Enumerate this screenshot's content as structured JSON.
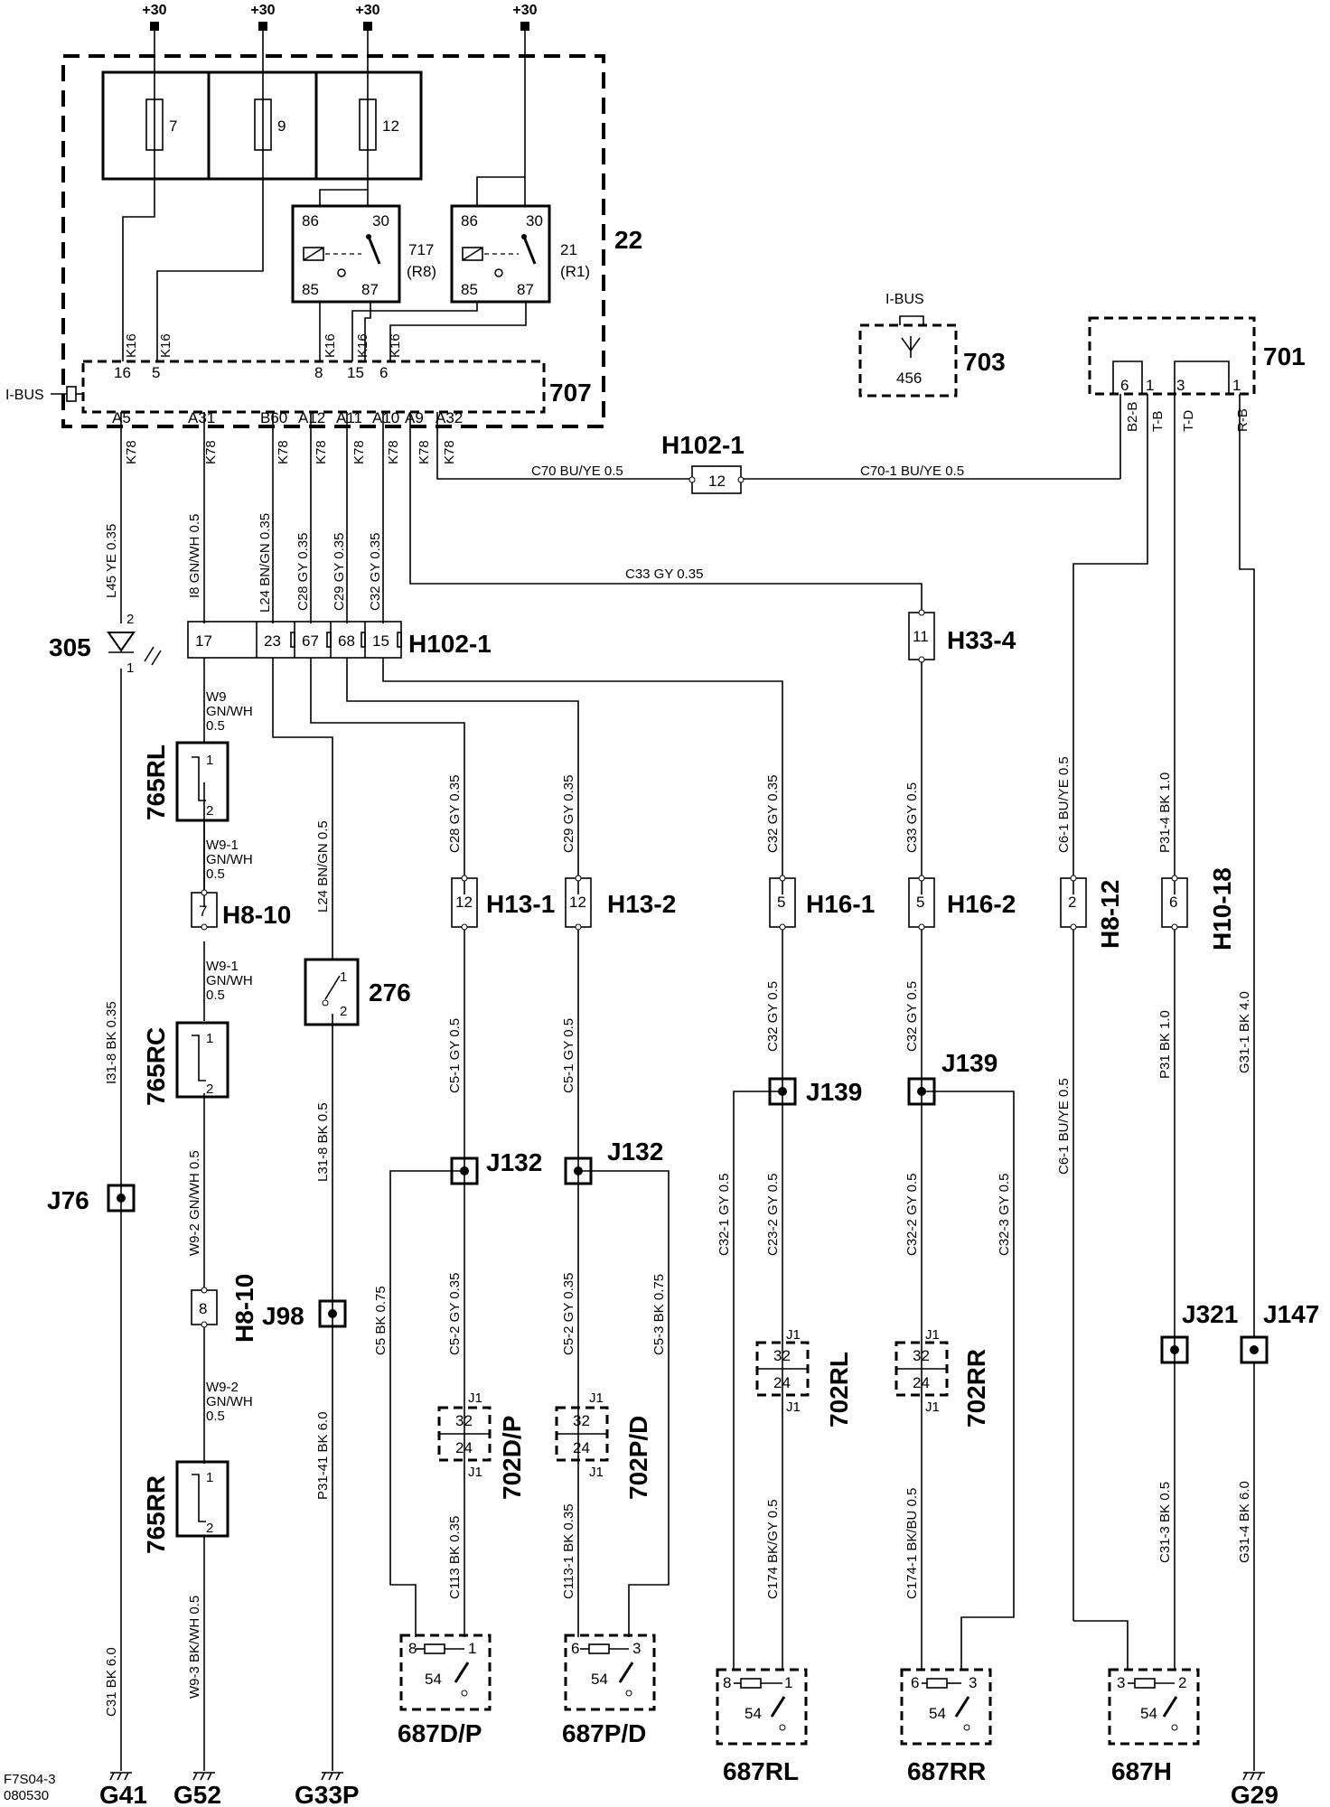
{
  "supply": {
    "plus30": "+30"
  },
  "fuses": [
    "7",
    "9",
    "12"
  ],
  "relays": {
    "r717": {
      "pins": [
        "86",
        "30",
        "85",
        "87"
      ],
      "name": "717",
      "sub": "(R8)"
    },
    "r21": {
      "pins": [
        "86",
        "30",
        "85",
        "87"
      ],
      "name": "21",
      "sub": "(R1)"
    }
  },
  "modules": {
    "m22": "22",
    "m707": "707",
    "m703": "703",
    "m703_pin": "456",
    "m701": "701",
    "ibus": "I-BUS",
    "ibus2": "I-BUS"
  },
  "m707_top_pins": [
    "16",
    "5",
    "8",
    "15",
    "6"
  ],
  "m707_top_wires": [
    "K16",
    "K16",
    "K16",
    "K16",
    "K16"
  ],
  "m707_bottom_pins": [
    "A5",
    "A31",
    "B60",
    "A12",
    "A11",
    "A10",
    "A9",
    "A32"
  ],
  "m707_bottom_wires": [
    "K78",
    "K78",
    "K78",
    "K78",
    "K78",
    "K78",
    "K78",
    "K78"
  ],
  "m701_pins": [
    "6",
    "1",
    "3",
    "1"
  ],
  "m701_wires": [
    "B2-B",
    "T-B",
    "T-D",
    "R-B"
  ],
  "connectors": {
    "h102_top": "H102-1",
    "h102_top_pin": "12",
    "h102_row": "H102-1",
    "h102_row_pins": [
      "17",
      "23",
      "67",
      "68",
      "15"
    ],
    "h33": "H33-4",
    "h33_pin": "11",
    "h13_1": "H13-1",
    "h13_1_pin": "12",
    "h13_2": "H13-2",
    "h13_2_pin": "12",
    "h16_1": "H16-1",
    "h16_1_pin": "5",
    "h16_2": "H16-2",
    "h16_2_pin": "5",
    "h8_12": "H8-12",
    "h8_12_pin": "2",
    "h10_18": "H10-18",
    "h10_18_pin": "6",
    "h8_10a": "H8-10",
    "h8_10a_pin": "7",
    "h8_10b": "H8-10",
    "h8_10b_pin": "8"
  },
  "components": {
    "c305": "305",
    "c276": "276",
    "c765rl": "765RL",
    "c765rc": "765RC",
    "c765rr": "765RR",
    "c702dp": "702D/P",
    "c702pd": "702P/D",
    "c702rl": "702RL",
    "c702rr": "702RR"
  },
  "splices": {
    "j76": "J76",
    "j98": "J98",
    "j132a": "J132",
    "j132b": "J132",
    "j139a": "J139",
    "j139b": "J139",
    "j321": "J321",
    "j147": "J147"
  },
  "switches": {
    "s687dp": {
      "name": "687D/P",
      "pins": [
        "8",
        "1"
      ],
      "code": "54"
    },
    "s687pd": {
      "name": "687P/D",
      "pins": [
        "6",
        "3"
      ],
      "code": "54"
    },
    "s687rl": {
      "name": "687RL",
      "pins": [
        "8",
        "1"
      ],
      "code": "54"
    },
    "s687rr": {
      "name": "687RR",
      "pins": [
        "6",
        "3"
      ],
      "code": "54"
    },
    "s687h": {
      "name": "687H",
      "pins": [
        "3",
        "2"
      ],
      "code": "54"
    }
  },
  "grounds": {
    "g41": "G41",
    "g52": "G52",
    "g33p": "G33P",
    "g29": "G29"
  },
  "wires": {
    "c70": "C70  BU/YE  0.5",
    "c70_1": "C70-1  BU/YE  0.5",
    "c33_top": "C33  GY   0.35",
    "l45": "L45  YE  0.35",
    "i8": "I8    GN/WH  0.5",
    "l24_top": "L24  BN/GN  0.35",
    "c28_top": "C28  GY  0.35",
    "c29_top": "C29  GY  0.35",
    "c32_top": "C32  GY  0.35",
    "w9": [
      "W9",
      "GN/WH",
      "0.5"
    ],
    "w9_1a": [
      "W9-1",
      "GN/WH",
      "0.5"
    ],
    "w9_1b": [
      "W9-1",
      "GN/WH",
      "0.5"
    ],
    "w9_2a": "W9-2   GN/WH   0.5",
    "w9_2b": [
      "W9-2",
      "GN/WH",
      "0.5"
    ],
    "w9_3": "W9-3  BK/WH  0.5",
    "i31_8": "I31-8  BK   0.35",
    "c31": "C31   BK  6.0",
    "l24": "L24   BN/GN  0.5",
    "l31_8": "L31-8  BK   0.5",
    "p31_41": "P31-41  BK   6.0",
    "c28": "C28   GY   0.35",
    "c29": "C29   GY   0.35",
    "c5_1a": "C5-1   GY   0.5",
    "c5_1b": "C5-1   GY   0.5",
    "c5_2a": "C5-2   GY   0.35",
    "c5_2b": "C5-2   GY   0.35",
    "c5": "C5    BK    0.75",
    "c5_3": "C5-3    BK   0.75",
    "c113": "C113   BK   0.35",
    "c113_1": "C113-1   BK   0.35",
    "c32a": "C32   GY   0.35",
    "c33": "C33   GY   0.5",
    "c32b": "C32   GY   0.5",
    "c32c": "C32   GY   0.5",
    "c32_1": "C32-1  GY   0.5",
    "c23_2": "C23-2  GY   0.5",
    "c32_2": "C32-2  GY   0.5",
    "c32_3": "C32-3  GY   0.5",
    "c174": "C174  BK/GY  0.5",
    "c174_1": "C174-1 BK/BU  0.5",
    "c6_1a": "C6-1  BU/YE  0.5",
    "c6_1b": "C6-1  BU/YE  0.5",
    "p31_4": "P31-4  BK   1.0",
    "p31": "P31   BK   1.0",
    "c31_3": "C31-3  BK  0.5",
    "g31_1": "G31-1  BK   4.0",
    "g31_4": "G31-4  BK  6.0"
  },
  "pins_misc": {
    "led_2": "2",
    "led_1": "1",
    "j1": "J1",
    "p32": "32",
    "p24": "24",
    "p1": "1",
    "p2": "2"
  },
  "footer": {
    "code": "F7S04-3",
    "date": "080530"
  }
}
